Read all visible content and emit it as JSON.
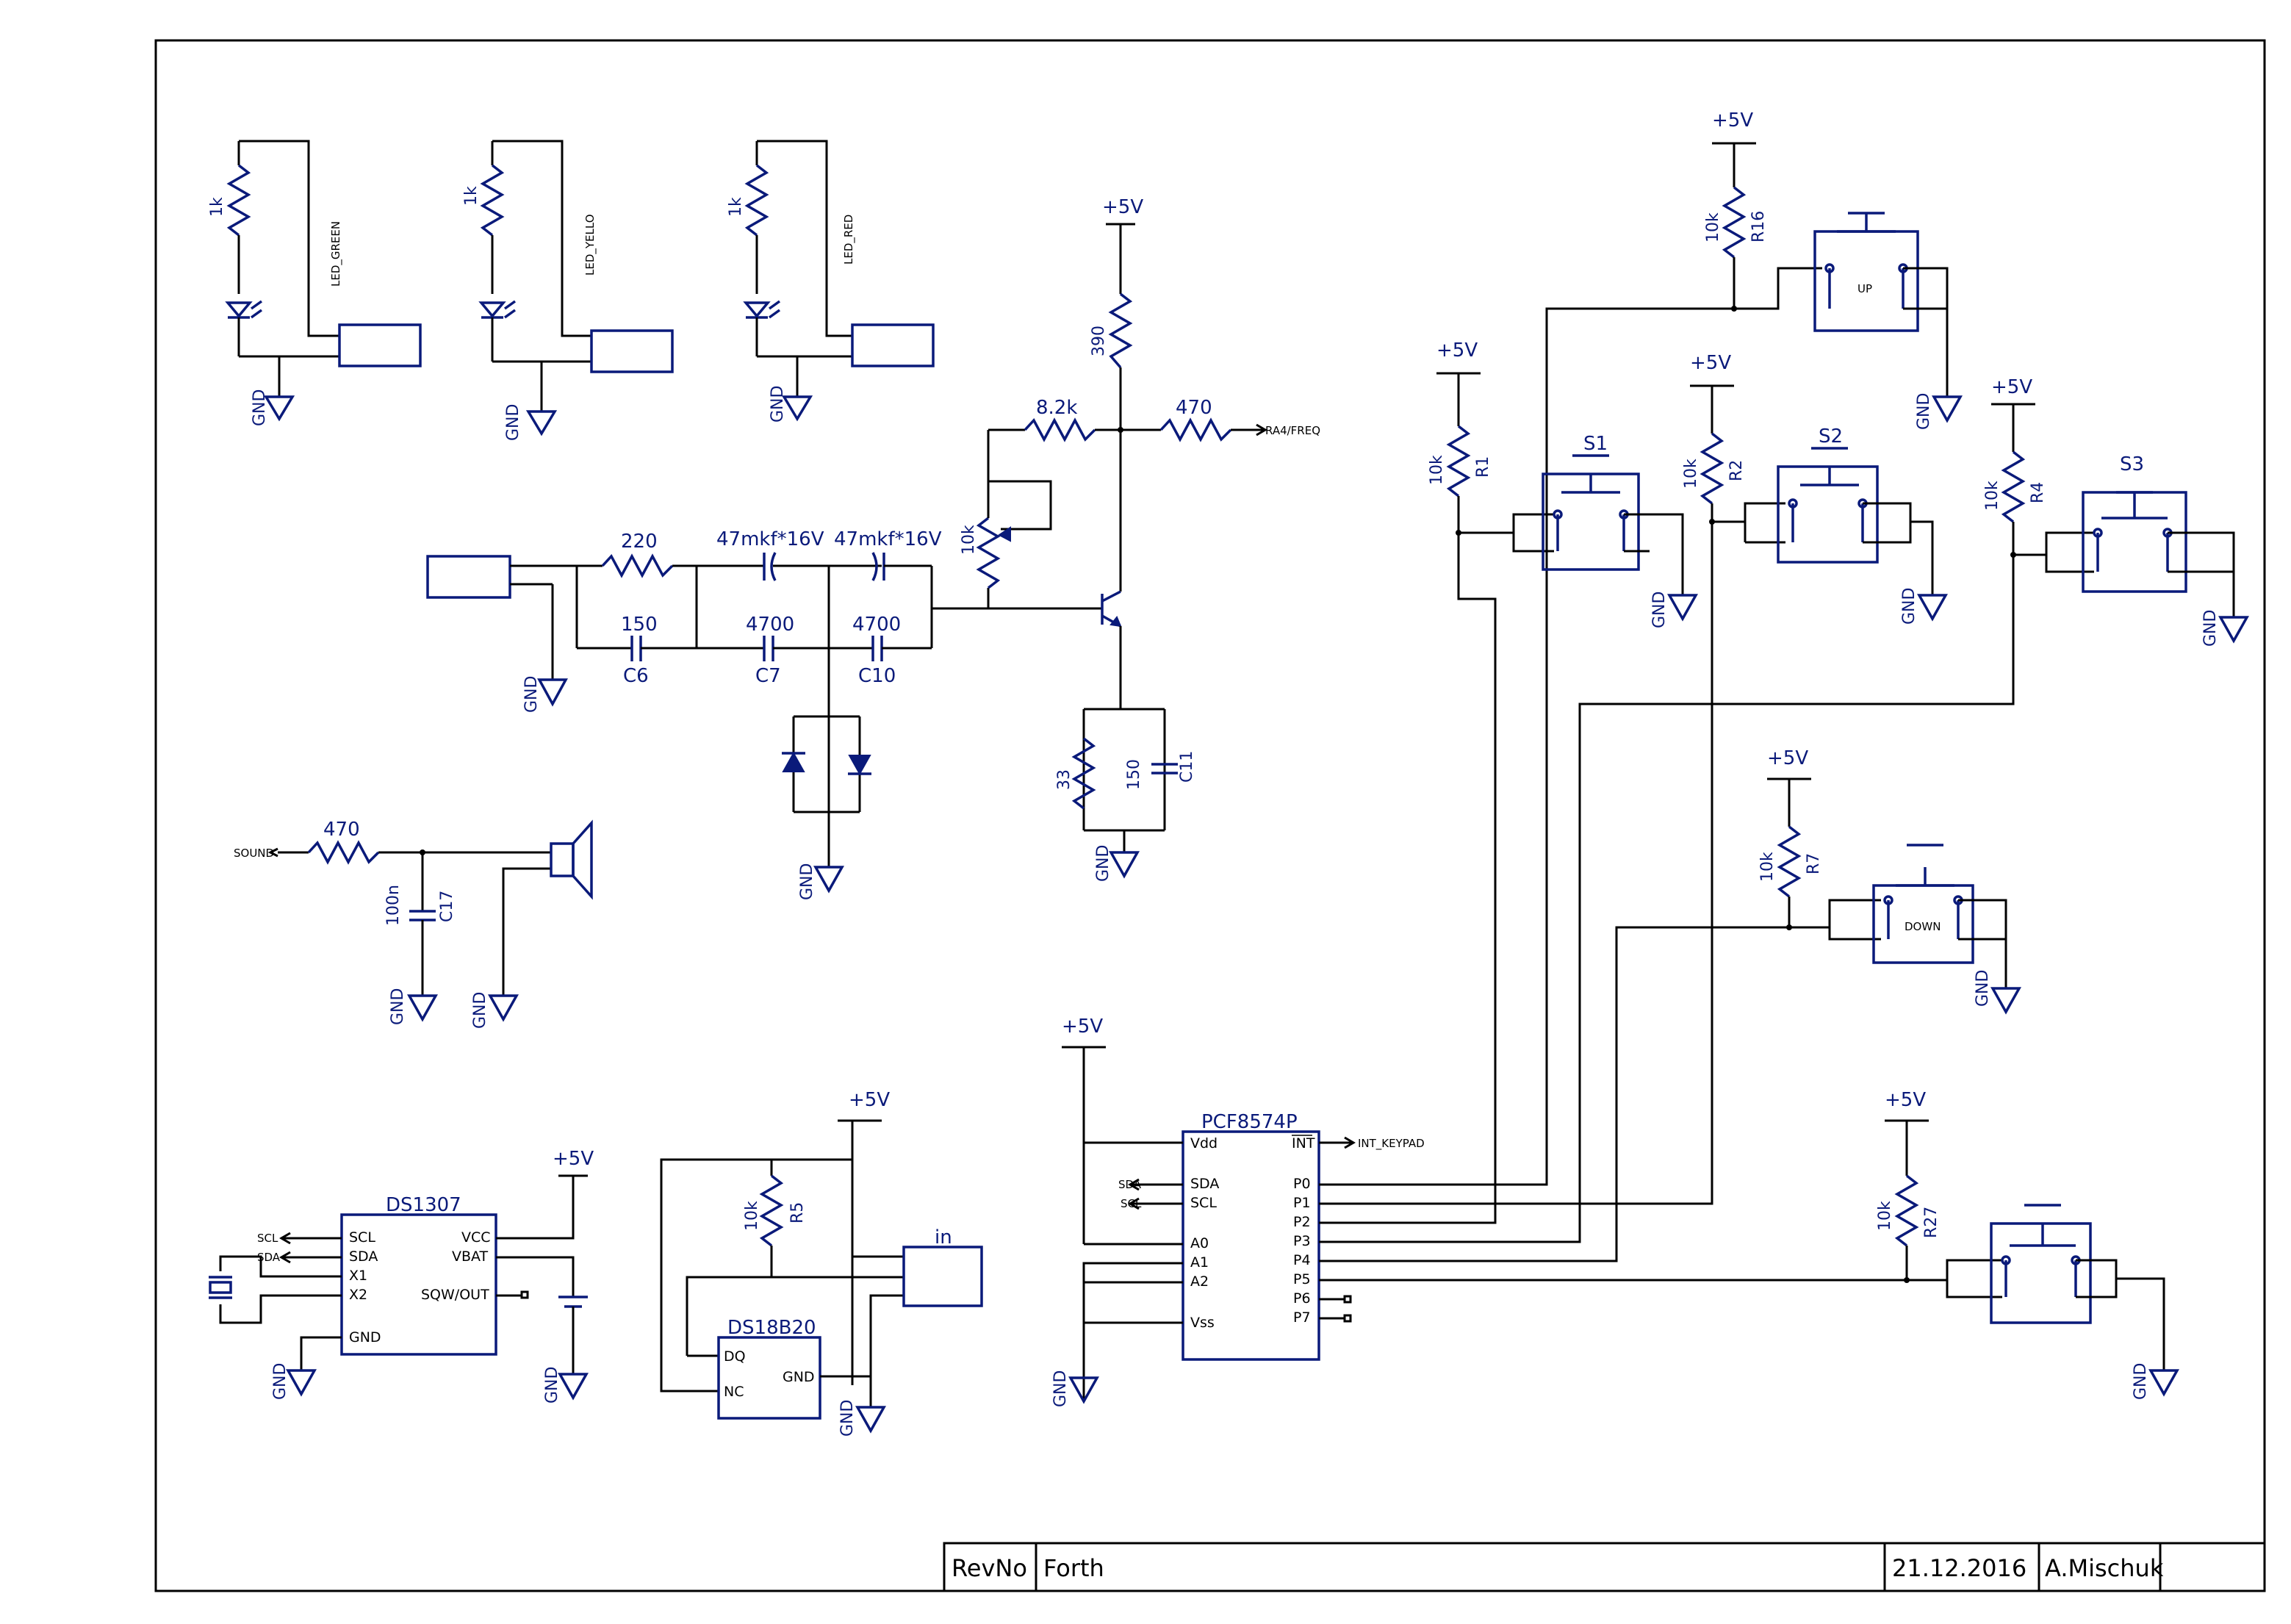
{
  "labels": {
    "led_green": "LED_GREEN",
    "led_yellow": "LED_YELLO",
    "led_red": "LED_RED",
    "r_1k": "1k",
    "gnd": "GND",
    "vcc": "+5V",
    "r_220": "220",
    "c_47a": "47mkf*16V",
    "c_47b": "47mkf*16V",
    "c6_val": "150",
    "c6_ref": "C6",
    "c7_val": "4700",
    "c7_ref": "C7",
    "c10_val": "4700",
    "c10_ref": "C10",
    "pot_10k": "10k",
    "r_82k": "8.2k",
    "r_390": "390",
    "r_470_top": "470",
    "ra4_freq": "RA4/FREQ",
    "r_33": "33",
    "c11_val": "150",
    "c11_ref": "C11",
    "sound": "SOUND",
    "r_470_snd": "470",
    "c17_val": "100n",
    "c17_ref": "C17",
    "ds1307": "DS1307",
    "ds18b20": "DS18B20",
    "r5_val": "10k",
    "r5_ref": "R5",
    "in_conn": "in",
    "pcf": "PCF8574P",
    "int_keypad": "INT_KEYPAD",
    "sda": "SDA",
    "scl": "SCL",
    "r16_val": "10k",
    "r16_ref": "R16",
    "r1_val": "10k",
    "r1_ref": "R1",
    "r2_val": "10k",
    "r2_ref": "R2",
    "r4_val": "10k",
    "r4_ref": "R4",
    "r7_val": "10k",
    "r7_ref": "R7",
    "r27_val": "10k",
    "r27_ref": "R27",
    "sw_up": "UP",
    "sw_down": "DOWN",
    "s1": "S1",
    "s2": "S2",
    "s3": "S3"
  },
  "ds1307_pins": {
    "scl": "SCL",
    "sda": "SDA",
    "x1": "X1",
    "x2": "X2",
    "gnd": "GND",
    "vcc": "VCC",
    "vbat": "VBAT",
    "sqw": "SQW/OUT"
  },
  "ds18b20_pins": {
    "dq": "DQ",
    "nc": "NC",
    "gnd": "GND"
  },
  "pcf_pins": {
    "vdd": "Vdd",
    "sda": "SDA",
    "scl": "SCL",
    "a0": "A0",
    "a1": "A1",
    "a2": "A2",
    "vss": "Vss",
    "int": "INT",
    "p0": "P0",
    "p1": "P1",
    "p2": "P2",
    "p3": "P3",
    "p4": "P4",
    "p5": "P5",
    "p6": "P6",
    "p7": "P7"
  },
  "title_block": {
    "revno": "RevNo",
    "name": "Forth",
    "date": "21.12.2016",
    "author": "A.Mischuk"
  }
}
